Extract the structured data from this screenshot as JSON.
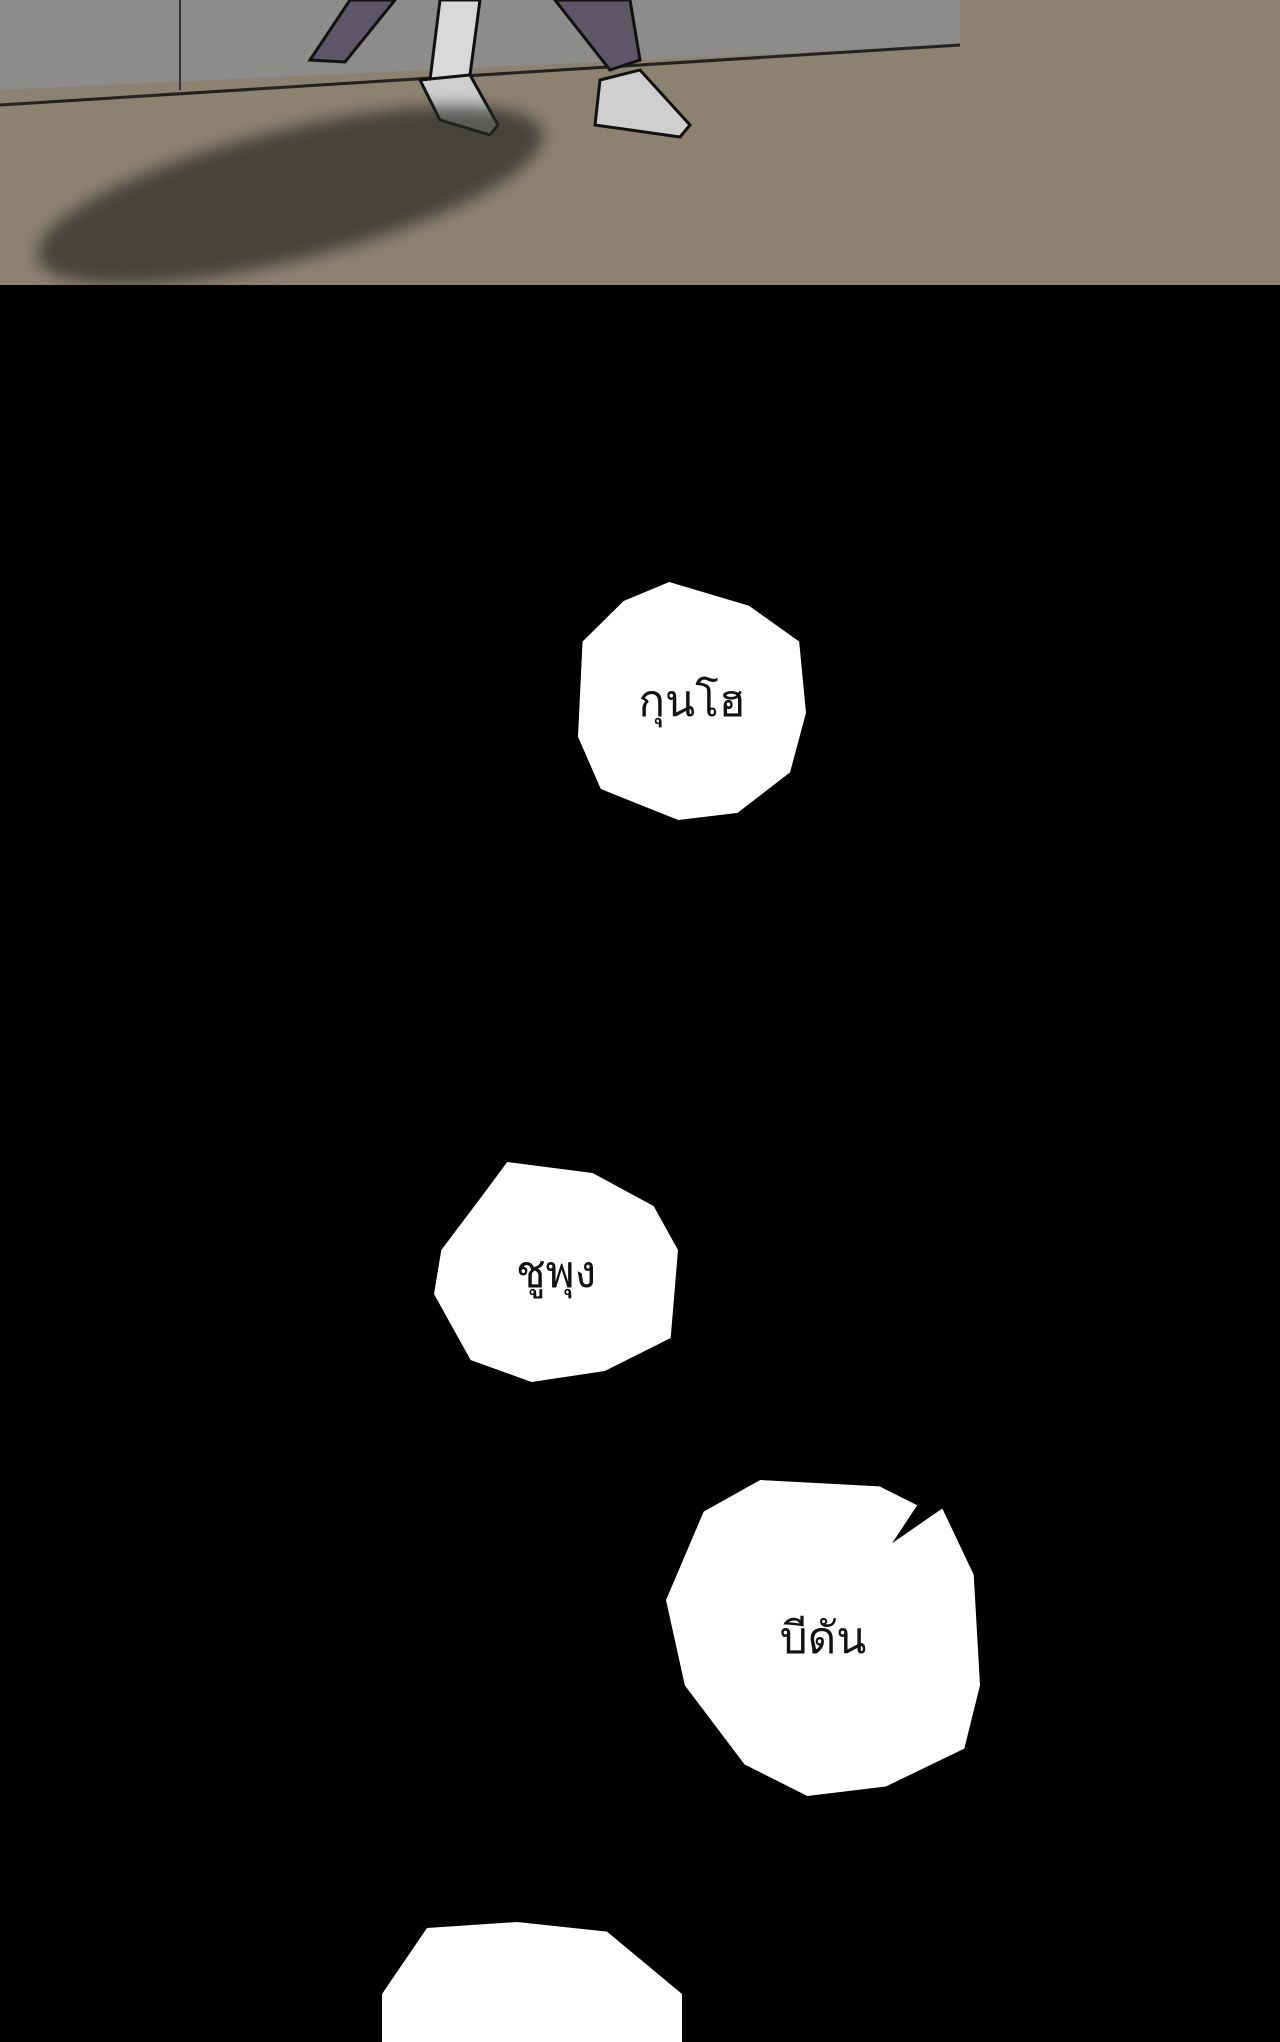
{
  "panel": {
    "description_free": true
  },
  "bubbles": [
    {
      "text": "กุนโฮ"
    },
    {
      "text": "ชูพุง"
    },
    {
      "text": "บีดัน"
    },
    {
      "text": ""
    }
  ],
  "colors": {
    "background": "#000000",
    "ground": "#8d8170",
    "wall": "#8e8c8a",
    "bubble": "#ffffff"
  }
}
